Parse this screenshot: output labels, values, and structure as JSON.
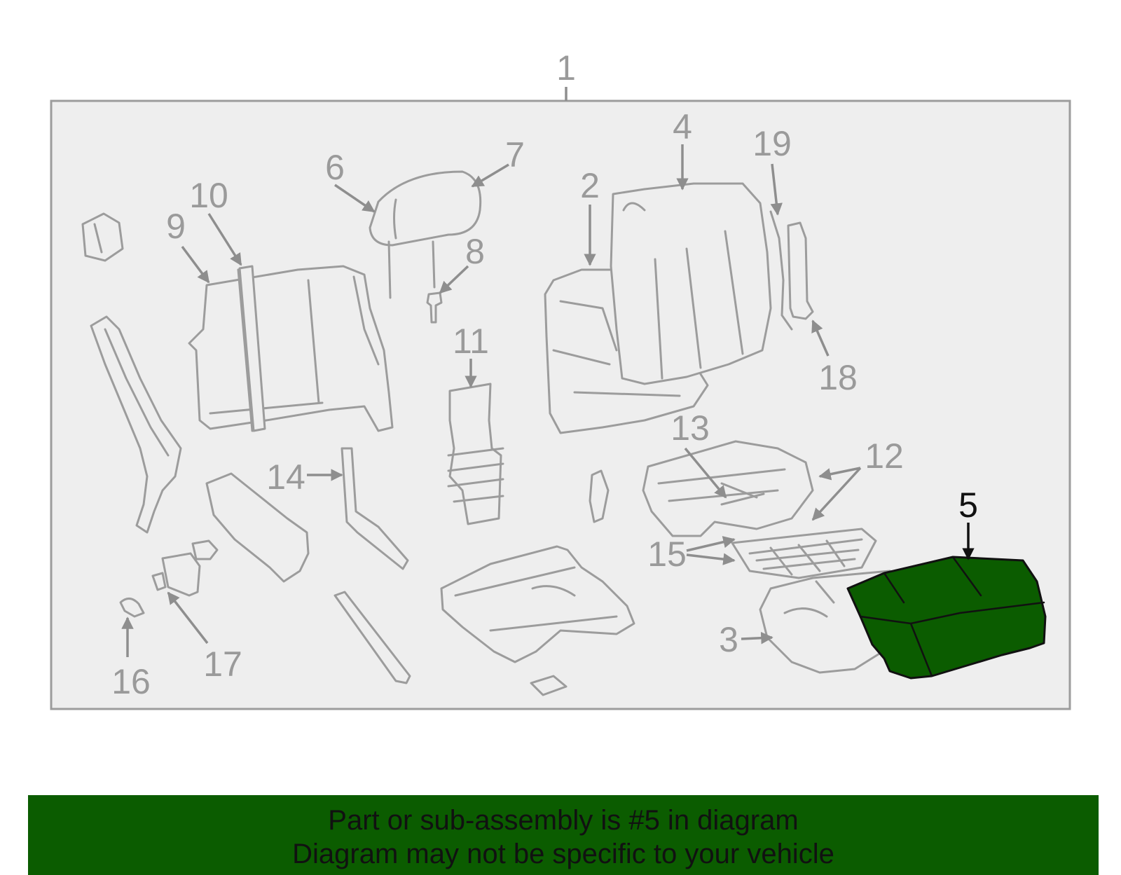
{
  "diagram": {
    "callouts": [
      {
        "id": "1",
        "text": "1"
      },
      {
        "id": "2",
        "text": "2"
      },
      {
        "id": "3",
        "text": "3"
      },
      {
        "id": "4",
        "text": "4"
      },
      {
        "id": "5",
        "text": "5"
      },
      {
        "id": "6",
        "text": "6"
      },
      {
        "id": "7",
        "text": "7"
      },
      {
        "id": "8",
        "text": "8"
      },
      {
        "id": "9",
        "text": "9"
      },
      {
        "id": "10",
        "text": "10"
      },
      {
        "id": "11",
        "text": "11"
      },
      {
        "id": "12",
        "text": "12"
      },
      {
        "id": "13",
        "text": "13"
      },
      {
        "id": "14",
        "text": "14"
      },
      {
        "id": "15",
        "text": "15"
      },
      {
        "id": "16",
        "text": "16"
      },
      {
        "id": "17",
        "text": "17"
      },
      {
        "id": "18",
        "text": "18"
      },
      {
        "id": "19",
        "text": "19"
      }
    ],
    "highlighted_part": "5",
    "highlight_color": "#0b5c00",
    "label_color": "#9a9a9a",
    "highlight_label_color": "#111111"
  },
  "banner": {
    "line1": "Part or sub-assembly is #5 in diagram",
    "line2": "Diagram may not be specific to your vehicle",
    "background": "#0b5c00"
  }
}
